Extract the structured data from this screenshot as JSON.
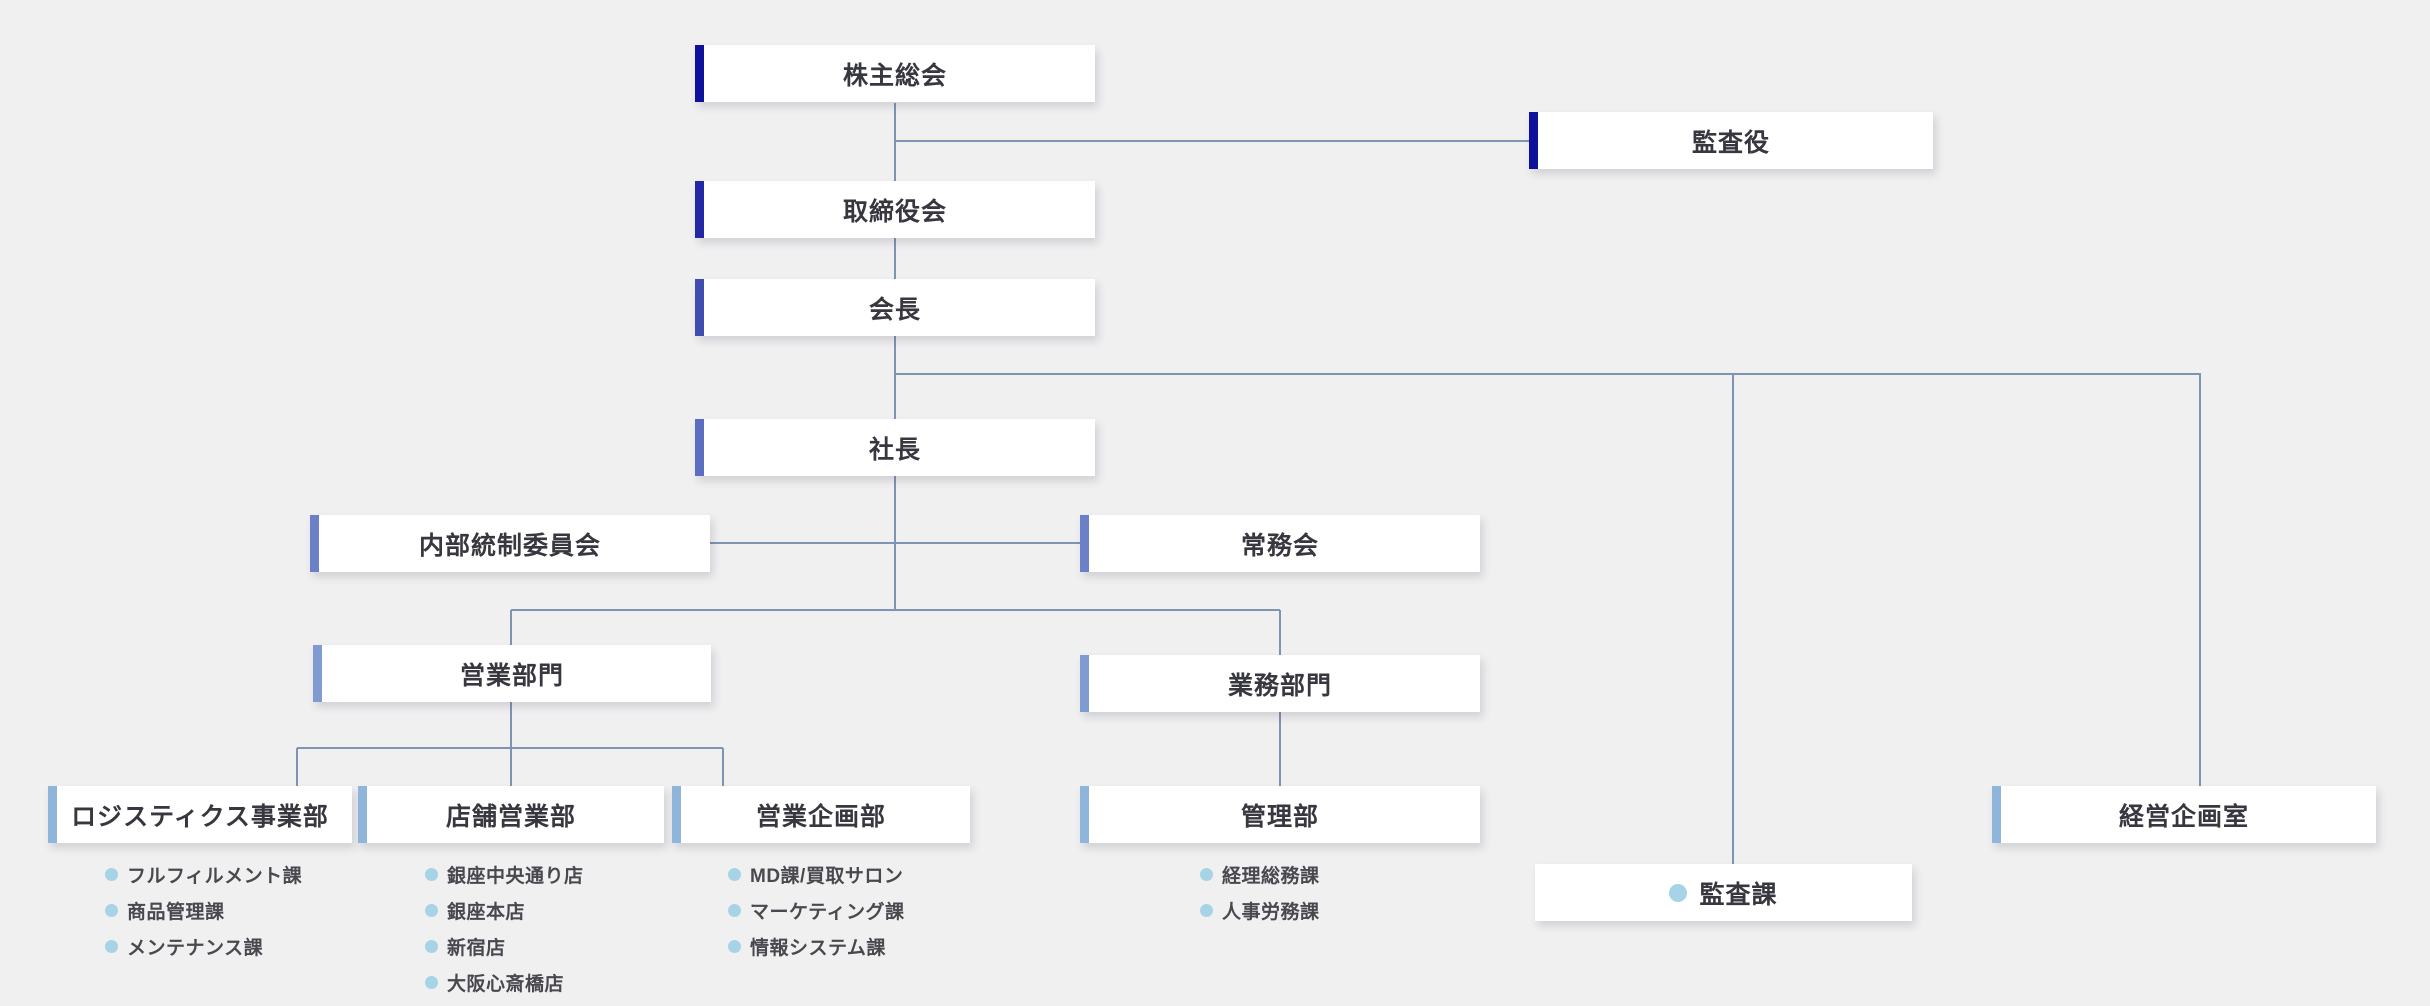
{
  "canvas": {
    "background": "#f0f0f1",
    "connector_color": "#8093b2",
    "bullet_color": "#a6d3e5",
    "box_text_color": "#37373f"
  },
  "nodes": {
    "shareholders": {
      "label": "株主総会",
      "accent": "#10119b"
    },
    "auditor": {
      "label": "監査役",
      "accent": "#10119b"
    },
    "board": {
      "label": "取締役会",
      "accent": "#2428a4"
    },
    "chairman": {
      "label": "会長",
      "accent": "#3f4cb0"
    },
    "president": {
      "label": "社長",
      "accent": "#5c6ec0"
    },
    "internal_control": {
      "label": "内部統制委員会",
      "accent": "#6c80c8"
    },
    "executive_committee": {
      "label": "常務会",
      "accent": "#6c80c8"
    },
    "sales_division": {
      "label": "営業部門",
      "accent": "#7f9bd2"
    },
    "operations_division": {
      "label": "業務部門",
      "accent": "#7f9bd2"
    },
    "logistics": {
      "label": "ロジスティクス事業部",
      "accent": "#90b5db"
    },
    "store_sales": {
      "label": "店舗営業部",
      "accent": "#90b5db"
    },
    "sales_planning": {
      "label": "営業企画部",
      "accent": "#90b5db"
    },
    "admin": {
      "label": "管理部",
      "accent": "#90b5db"
    },
    "corporate_planning": {
      "label": "経営企画室",
      "accent": "#90b5db"
    },
    "audit_section": {
      "label": "監査課"
    }
  },
  "lists": {
    "logistics": {
      "items": [
        "フルフィルメント課",
        "商品管理課",
        "メンテナンス課"
      ]
    },
    "store_sales": {
      "items": [
        "銀座中央通り店",
        "銀座本店",
        "新宿店",
        "大阪心斎橋店"
      ]
    },
    "sales_planning": {
      "items": [
        "MD課/買取サロン",
        "マーケティング課",
        "情報システム課"
      ]
    },
    "admin": {
      "items": [
        "経理総務課",
        "人事労務課"
      ]
    }
  }
}
